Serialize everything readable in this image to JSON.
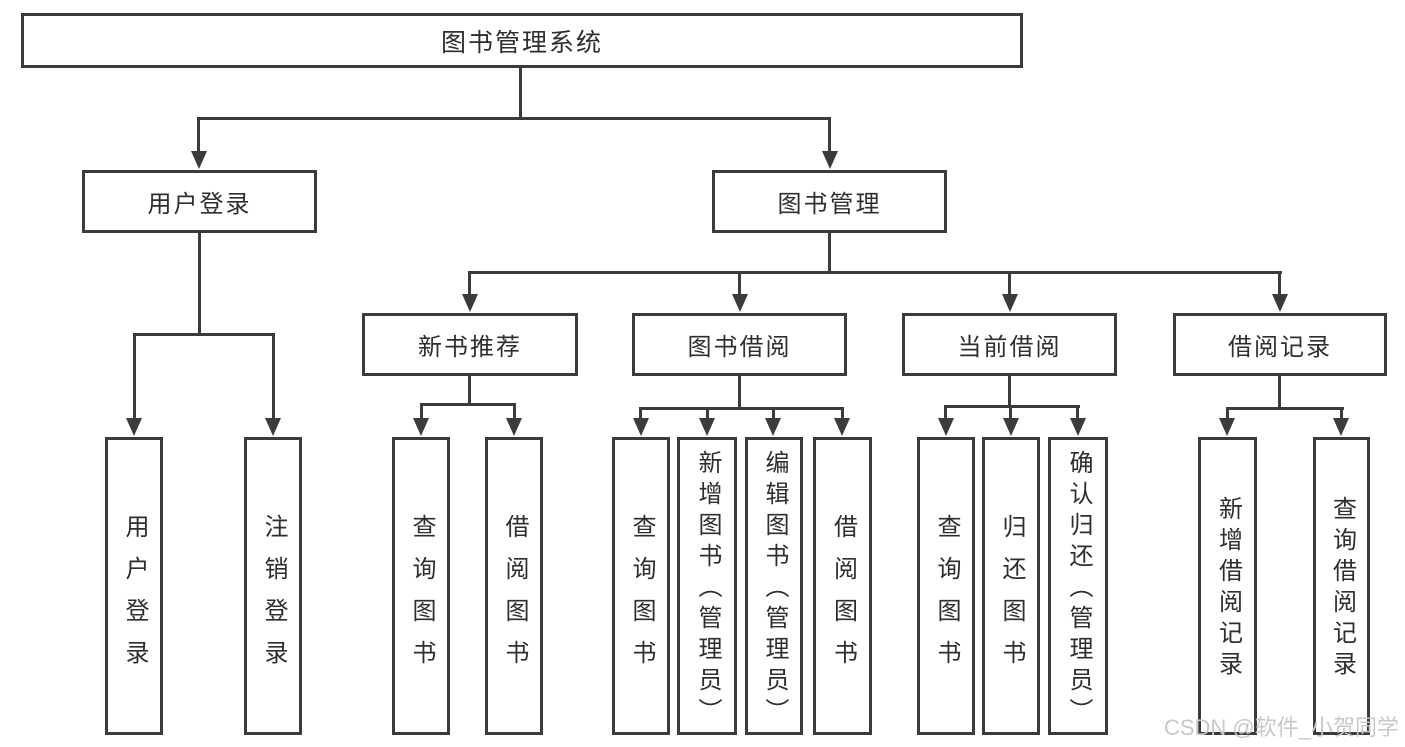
{
  "tree": {
    "label": "图书管理系统",
    "children": [
      {
        "label": "用户登录",
        "children": [
          {
            "label": "用户登录"
          },
          {
            "label": "注销登录"
          }
        ]
      },
      {
        "label": "图书管理",
        "children": [
          {
            "label": "新书推荐",
            "children": [
              {
                "label": "查询图书"
              },
              {
                "label": "借阅图书"
              }
            ]
          },
          {
            "label": "图书借阅",
            "children": [
              {
                "label": "查询图书"
              },
              {
                "label": "新增图书（管理员）"
              },
              {
                "label": "编辑图书（管理员）"
              },
              {
                "label": "借阅图书"
              }
            ]
          },
          {
            "label": "当前借阅",
            "children": [
              {
                "label": "查询图书"
              },
              {
                "label": "归还图书"
              },
              {
                "label": "确认归还（管理员）"
              }
            ]
          },
          {
            "label": "借阅记录",
            "children": [
              {
                "label": "新增借阅记录"
              },
              {
                "label": "查询借阅记录"
              }
            ]
          }
        ]
      }
    ]
  },
  "watermark": "CSDN @软件_小贺同学",
  "colors": {
    "line": "#3b3b3b",
    "text": "#2e2e2e",
    "box_fill": "#ffffff",
    "watermark": "#c8c8c8",
    "background": "#ffffff"
  }
}
